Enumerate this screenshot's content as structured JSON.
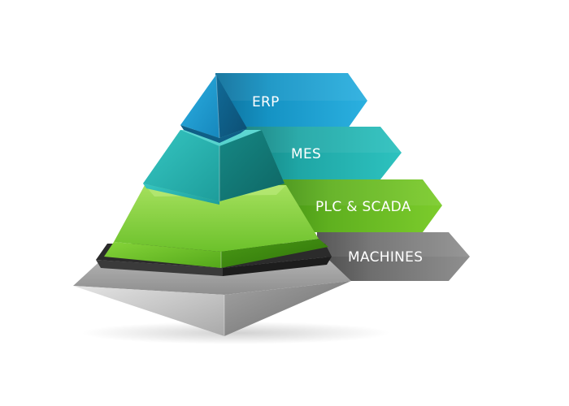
{
  "pyramid": {
    "layers": [
      {
        "label": "ERP",
        "color": "#1fa3d6"
      },
      {
        "label": "MES",
        "color": "#21b2b1"
      },
      {
        "label": "PLC & SCADA",
        "color": "#6fbd28"
      },
      {
        "label": "MACHINES",
        "color": "#7d7d7d"
      }
    ]
  }
}
